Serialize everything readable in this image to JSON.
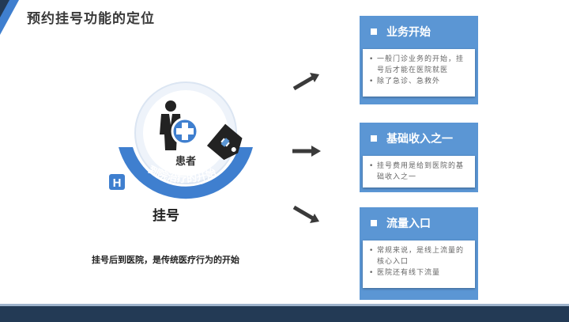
{
  "slide": {
    "title": "预约挂号功能的定位",
    "caption": "挂号后到医院，是传统医疗行为的开始"
  },
  "hero": {
    "patient_label": "患者",
    "arc_text": "到院治疗的开始",
    "register_label": "挂号",
    "hospital_letter": "H"
  },
  "cards": [
    {
      "title": "业务开始",
      "items": [
        {
          "bullet": "•",
          "text": "一般门诊业务的开始，挂号后才能在医院就医"
        },
        {
          "bullet": "•",
          "text": "除了急诊、急救外"
        }
      ]
    },
    {
      "title": "基础收入之一",
      "items": [
        {
          "bullet": "•",
          "text": "挂号费用是给到医院的基础收入之一"
        }
      ]
    },
    {
      "title": "流量入口",
      "items": [
        {
          "bullet": "•",
          "text": "常规来说，是线上流量的核心入口"
        },
        {
          "bullet": "•",
          "text": "医院还有线下流量"
        }
      ]
    }
  ],
  "colors": {
    "accent_blue": "#5b96d4",
    "arc_blue": "#3f7fcf",
    "dark_navy": "#233a55",
    "arrow_gray": "#3a3a3a"
  }
}
